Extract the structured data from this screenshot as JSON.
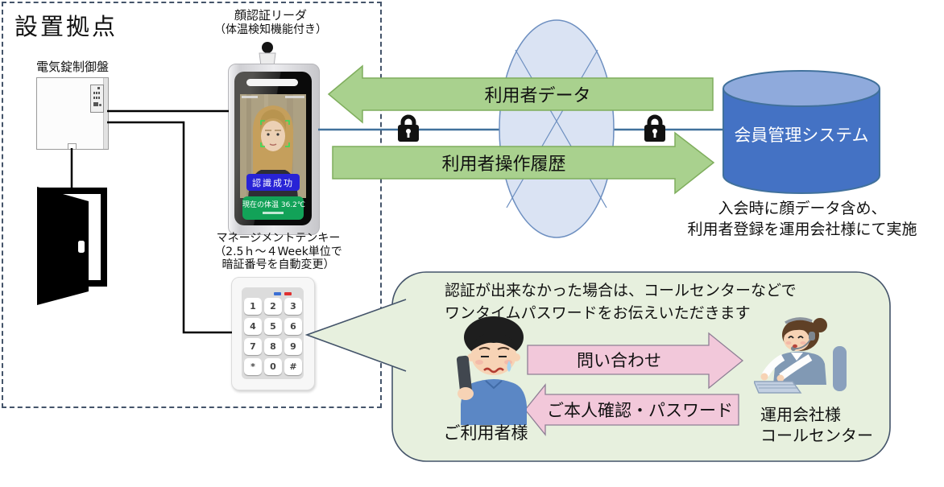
{
  "site": {
    "title": "設置拠点",
    "control_panel_label": "電気錠制御盤",
    "face_reader_label_line1": "顔認証リーダ",
    "face_reader_label_line2": "（体温検知機能付き）",
    "keypad_label_line1": "マネージメントテンキー",
    "keypad_label_line2": "（2.5ｈ～４Week単位で",
    "keypad_label_line3": "暗証番号を自動変更）",
    "keypad_keys": [
      "1",
      "2",
      "3",
      "4",
      "5",
      "6",
      "7",
      "8",
      "9",
      "*",
      "0",
      "#"
    ]
  },
  "face_reader_screen": {
    "result_banner": "認識成功",
    "temperature_banner": "現在の体温 36.2℃"
  },
  "flows": {
    "user_data_label": "利用者データ",
    "operation_history_label": "利用者操作履歴"
  },
  "member_system": {
    "db_label": "会員管理システム",
    "caption_line1": "入会時に顔データ含め、",
    "caption_line2": "利用者登録を運用会社様にて実施"
  },
  "callout": {
    "line1": "認証が出来なかった場合は、コールセンターなどで",
    "line2": "ワンタイムパスワードをお伝えいただきます",
    "inquiry_label": "問い合わせ",
    "verification_label": "ご本人確認・パスワード",
    "user_label": "ご利用者様",
    "operator_label_line1": "運用会社様",
    "operator_label_line2": "コールセンター"
  },
  "colors": {
    "green_arrow_fill": "#a9d18e",
    "green_arrow_stroke": "#7fae5d",
    "pink_arrow_fill": "#f2c8da",
    "pink_arrow_stroke": "#8e7f95",
    "bubble_fill": "#e7f0de",
    "bubble_stroke": "#44546a",
    "network_ellipse_fill": "#dae3f3",
    "network_ellipse_stroke": "#6d8fc0",
    "cylinder_body": "#4472c4",
    "cylinder_top": "#8faadc",
    "cylinder_stroke": "#41719c",
    "secure_line_blue": "#41719c",
    "dashed_border": "#44546a"
  }
}
